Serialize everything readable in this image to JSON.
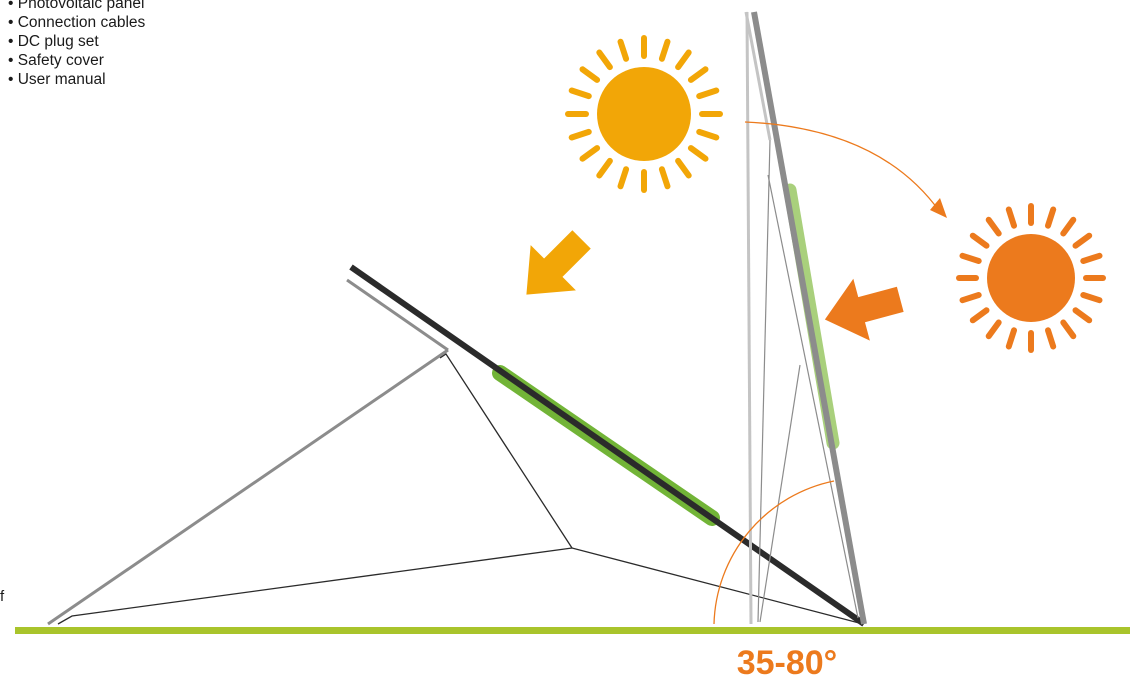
{
  "contents_list": {
    "items": [
      "• Photovoltaic panel",
      "• Connection cables",
      "• DC plug set",
      "• Safety cover",
      "• User manual"
    ]
  },
  "stray_text": "f",
  "angle": {
    "label": "35-80°",
    "min_degrees": 35,
    "max_degrees": 80
  },
  "colors": {
    "ground": "#a9c42b",
    "panel": "#2b2b2b",
    "panel_frame": "#8c8c8c",
    "panel_highlight_low": "#72b437",
    "panel_highlight_high": "#a9d07c",
    "sun_high": "#f2a607",
    "sun_low": "#ec7a1d",
    "arc": "#ec7a1d",
    "support": "#2b2b2b"
  },
  "icons": [
    "sun-high-icon",
    "sun-low-icon",
    "sunlight-arrow-icon"
  ]
}
